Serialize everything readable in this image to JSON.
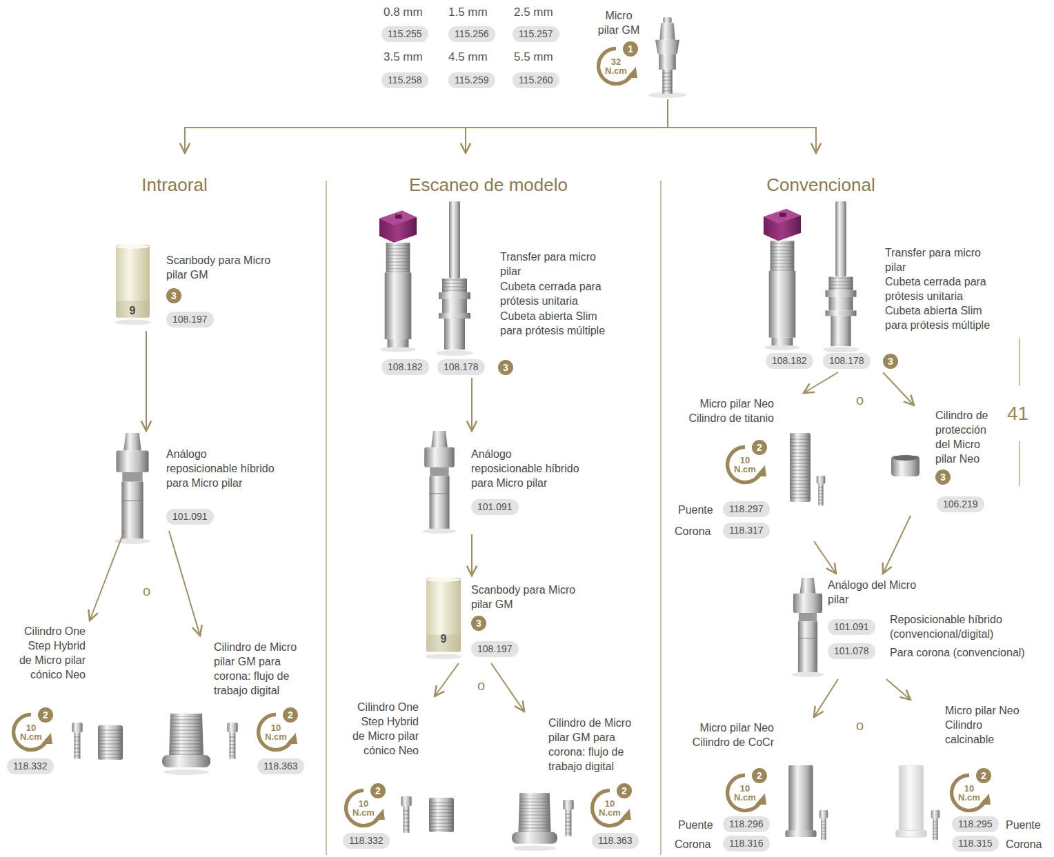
{
  "diagram": {
    "nodes": [
      {
        "text": [
          "Micro pilar GM",
          "32 N.cm",
          "1"
        ]
      },
      {
        "text": [
          "Intraoral"
        ]
      },
      {
        "text": [
          "Scanbody para Micro pilar GM",
          "3",
          "108.197"
        ],
        "in": 1
      },
      {
        "text": [
          "Análogo reposicionable híbrido para Micro pilar",
          "101.091"
        ],
        "in": 1
      },
      {
        "text": [
          "Cilindro One Step Hybrid de Micro pilar cónico Neo",
          "10 N.cm",
          "2",
          "118.332"
        ],
        "in": 1
      },
      {
        "text": [
          "Cilindro de Micro pilar GM para corona: flujo de trabajo digital",
          "10 N.cm",
          "2",
          "118.363"
        ],
        "in": 1
      },
      {
        "text": [
          "Escaneo de modelo"
        ]
      },
      {
        "text": [
          "Transfer para micro pilar",
          "Cubeta cerrada para prótesis unitaria",
          "Cubeta abierta Slim para prótesis múltiple",
          "108.182",
          "108.178",
          "3"
        ],
        "in": 6
      },
      {
        "text": [
          "Análogo reposicionable híbrido para Micro pilar",
          "101.091"
        ],
        "in": 6
      },
      {
        "text": [
          "Scanbody para Micro pilar GM",
          "3",
          "108.197"
        ],
        "in": 6
      },
      {
        "text": [
          "Cilindro One Step Hybrid de Micro pilar cónico Neo",
          "10 N.cm",
          "2",
          "118.332"
        ],
        "in": 6
      },
      {
        "text": [
          "Cilindro de Micro pilar GM para corona: flujo de trabajo digital",
          "10 N.cm",
          "2",
          "118.363"
        ],
        "in": 6
      },
      {
        "text": [
          "Convencional"
        ]
      },
      {
        "text": [
          "Transfer para micro pilar",
          "Cubeta cerrada para prótesis unitaria",
          "Cubeta abierta Slim para prótesis múltiple",
          "108.182",
          "108.178",
          "3"
        ],
        "in": 12
      },
      {
        "text": [
          "Micro pilar Neo Cilindro de titanio",
          "10 N.cm",
          "2",
          "Puente",
          "118.297",
          "Corona",
          "118.317"
        ],
        "in": 12
      },
      {
        "text": [
          "Cilindro de protección del Micro pilar Neo",
          "3",
          "106.219"
        ],
        "in": 12
      },
      {
        "text": [
          "Análogo del Micro pilar",
          "101.091",
          "Reposicionable híbrido (convencional/digital)",
          "101.078",
          "Para corona (convencional)"
        ],
        "in": 12
      },
      {
        "text": [
          "Micro pilar Neo Cilindro de CoCr",
          "10 N.cm",
          "2",
          "Puente",
          "118.296",
          "Corona",
          "118.316"
        ],
        "in": 12
      },
      {
        "text": [
          "Micro pilar Neo Cilindro calcinable",
          "10 N.cm",
          "2",
          "118.295",
          "Puente",
          "118.315",
          "Corona"
        ],
        "in": 12
      }
    ],
    "edges": [
      {
        "from": 0,
        "to": 1,
        "arrow": "to"
      },
      {
        "from": 0,
        "to": 6,
        "arrow": "to"
      },
      {
        "from": 0,
        "to": 12,
        "arrow": "to"
      },
      {
        "from": 2,
        "to": 3,
        "arrow": "to"
      },
      {
        "from": 3,
        "to": 4,
        "arrow": "to"
      },
      {
        "from": 3,
        "to": 5,
        "arrow": "to"
      },
      {
        "from": 7,
        "to": 8,
        "arrow": "to"
      },
      {
        "from": 8,
        "to": 9,
        "arrow": "to"
      },
      {
        "from": 9,
        "to": 10,
        "arrow": "to"
      },
      {
        "from": 9,
        "to": 11,
        "arrow": "to"
      },
      {
        "from": 13,
        "to": 14,
        "arrow": "to"
      },
      {
        "from": 13,
        "to": 15,
        "arrow": "to"
      },
      {
        "from": 14,
        "to": 16,
        "arrow": "to"
      },
      {
        "from": 15,
        "to": 16,
        "arrow": "to"
      },
      {
        "from": 16,
        "to": 17,
        "arrow": "to"
      },
      {
        "from": 16,
        "to": 18,
        "arrow": "to"
      }
    ],
    "labels": [
      "0.8 mm",
      "1.5 mm",
      "2.5 mm",
      "115.255",
      "115.256",
      "115.257",
      "3.5 mm",
      "4.5 mm",
      "5.5 mm",
      "115.258",
      "115.259",
      "115.260",
      "9",
      "o",
      "9",
      "o",
      "o",
      "o",
      "41"
    ]
  }
}
